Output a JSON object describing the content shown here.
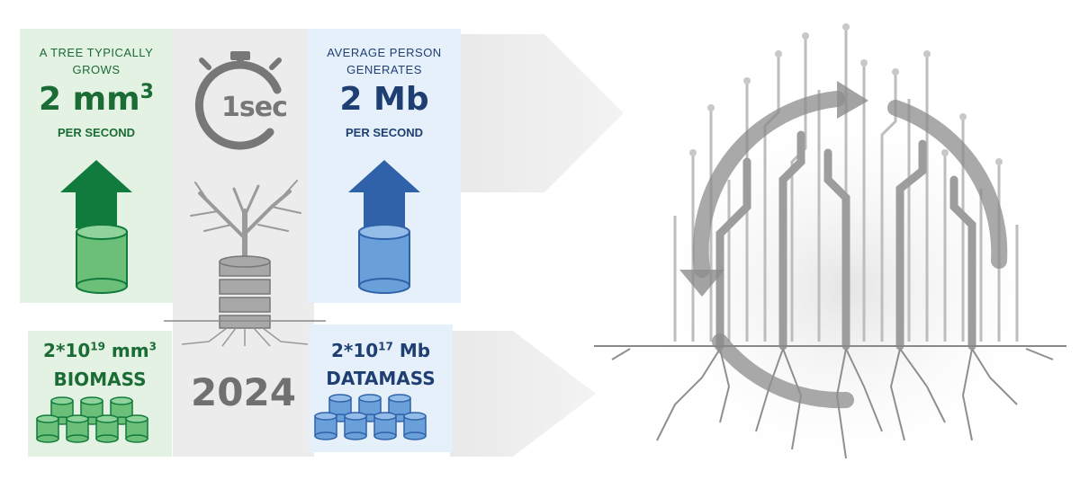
{
  "tree": {
    "label_line1": "A TREE TYPICALLY",
    "label_line2": "GROWS",
    "value": "2 mm",
    "value_sup": "3",
    "rate": "PER SECOND",
    "total_prefix": "2*10",
    "total_exp": "19",
    "total_unit": " mm",
    "total_unit_sup": "3",
    "total_label": "BIOMASS"
  },
  "person": {
    "label_line1": "AVERAGE PERSON",
    "label_line2": "GENERATES",
    "value": "2 Mb",
    "rate": "PER SECOND",
    "total_prefix": "2*10",
    "total_exp": "17",
    "total_unit": " Mb",
    "total_label": "DATAMASS"
  },
  "center": {
    "timer_label": "1sec",
    "year": "2024"
  },
  "colors": {
    "green_bg": "#e3f2e3",
    "green_dark": "#1b6b35",
    "green_arrow": "#117a3d",
    "green_cyl": "#6bbf79",
    "blue_bg": "#e6f0fb",
    "blue_dark": "#1f3f73",
    "blue_arrow": "#2f62a8",
    "blue_cyl": "#6aa0da",
    "gray_bg": "#ececec",
    "gray_text": "#707070"
  },
  "icons": [
    "stopwatch-icon",
    "tree-icon",
    "cylinder-icon",
    "up-arrow-icon",
    "circuit-tree-icon",
    "cycle-arrow-icon"
  ]
}
